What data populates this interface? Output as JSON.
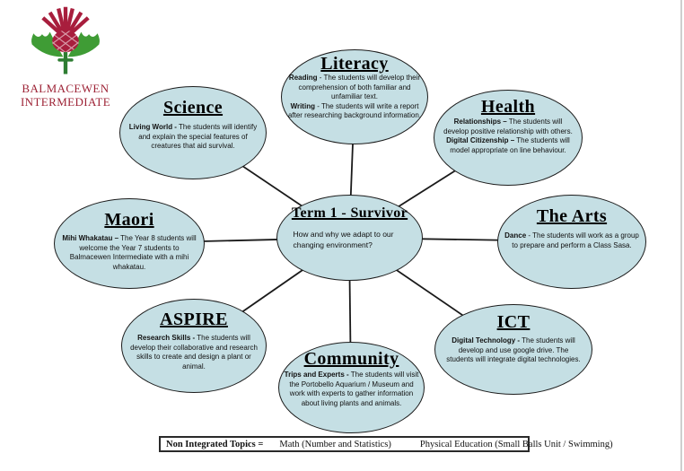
{
  "logo": {
    "line1": "BALMACEWEN",
    "line2": "INTERMEDIATE"
  },
  "center": {
    "title": "Term 1 - Survivor",
    "question": "How and why we adapt to our changing environment?"
  },
  "topics": {
    "literacy": {
      "title": "Literacy",
      "seg1_bold": "Reading",
      "seg1_text": "- The students will develop their comprehension of both familiar and unfamiliar text.",
      "seg2_bold": "Writing",
      "seg2_text": "- The students will write a report after researching background information."
    },
    "health": {
      "title": "Health",
      "seg1_bold": "Relationships –",
      "seg1_text": "The students will develop positive relationship with others.",
      "seg2_bold": "Digital Citizenship –",
      "seg2_text": "The students will model appropriate on line behaviour."
    },
    "science": {
      "title": "Science",
      "seg1_bold": "Living World -",
      "seg1_text": "The students will identify and explain the special features of creatures that aid survival."
    },
    "maori": {
      "title": "Maori",
      "seg1_bold": "Mihi Whakatau –",
      "seg1_text": "The Year 8 students will welcome the Year 7 students to Balmacewen Intermediate with a mihi whakatau."
    },
    "arts": {
      "title": "The Arts",
      "seg1_bold": "Dance",
      "seg1_text": "- The students will work as a group to prepare and perform a Class Sasa."
    },
    "aspire": {
      "title": "ASPIRE",
      "seg1_bold": "Research Skills -",
      "seg1_text": "The students will develop their collaborative and research skills to create and design a plant or animal."
    },
    "ict": {
      "title": "ICT",
      "seg1_bold": "Digital Technology -",
      "seg1_text": "The students will develop and use google drive. The students will integrate digital technologies."
    },
    "community": {
      "title": "Community",
      "seg1_bold": "Trips and Experts -",
      "seg1_text": "The students will visit the Portobello Aquarium / Museum and work with experts to gather information about living plants and animals."
    }
  },
  "footer": {
    "label": "Non Integrated Topics =",
    "item1": "Math (Number and Statistics)",
    "item2": "Physical Education (Small Balls Unit / Swimming)"
  },
  "colors": {
    "ellipse_fill": "#c5dfe4",
    "ellipse_border": "#1c1c1c",
    "connector_line": "#1a1a1a",
    "logo_red": "#9d2235",
    "logo_green": "#3f9c35"
  }
}
